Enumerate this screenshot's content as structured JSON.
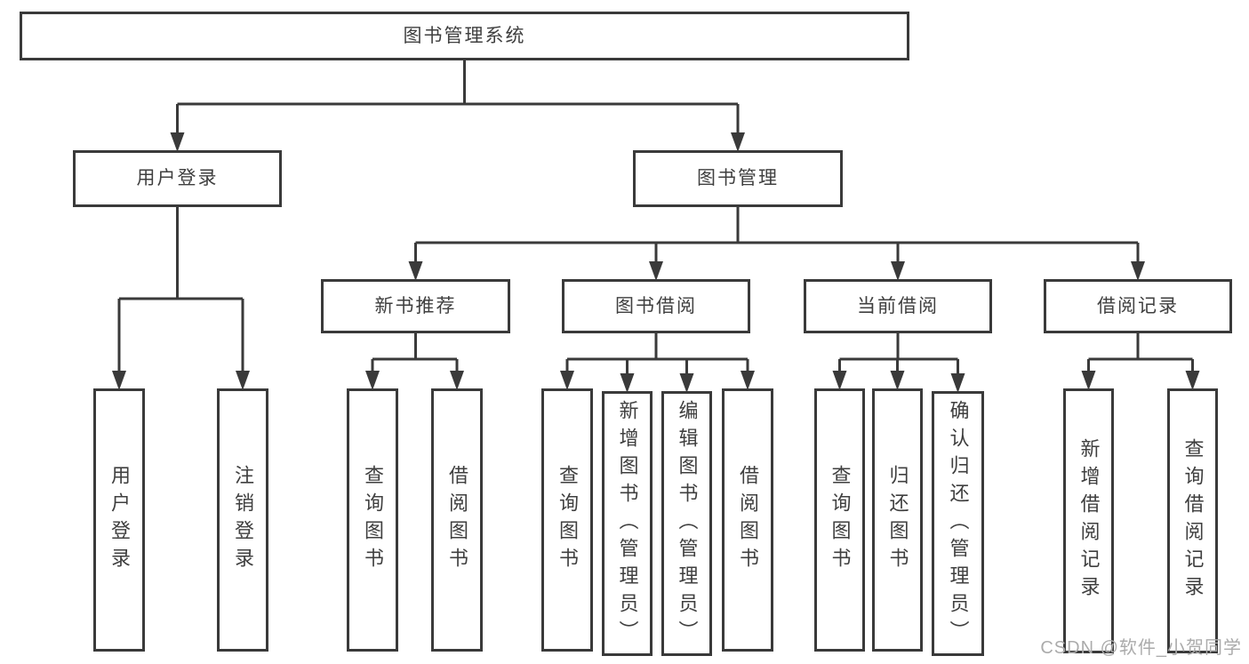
{
  "diagram": {
    "title": "图书管理系统",
    "nodes": [
      {
        "id": "root",
        "label": "图书管理系统"
      },
      {
        "id": "user-login-module",
        "label": "用户登录"
      },
      {
        "id": "book-mgmt",
        "label": "图书管理"
      },
      {
        "id": "new-book-rec",
        "label": "新书推荐"
      },
      {
        "id": "book-borrow",
        "label": "图书借阅"
      },
      {
        "id": "current-borrow",
        "label": "当前借阅"
      },
      {
        "id": "borrow-records",
        "label": "借阅记录"
      },
      {
        "id": "user-login",
        "label": "用户登录"
      },
      {
        "id": "logout",
        "label": "注销登录"
      },
      {
        "id": "rec-query-books",
        "label": "查询图书"
      },
      {
        "id": "rec-borrow-books",
        "label": "借阅图书"
      },
      {
        "id": "bb-query-books",
        "label": "查询图书"
      },
      {
        "id": "bb-add-books",
        "label": "新增图书（管理员）"
      },
      {
        "id": "bb-edit-books",
        "label": "编辑图书（管理员）"
      },
      {
        "id": "bb-borrow-books",
        "label": "借阅图书"
      },
      {
        "id": "cb-query-books",
        "label": "查询图书"
      },
      {
        "id": "cb-return-books",
        "label": "归还图书"
      },
      {
        "id": "cb-confirm-return",
        "label": "确认归还（管理员）"
      },
      {
        "id": "br-add-record",
        "label": "新增借阅记录"
      },
      {
        "id": "br-query-record",
        "label": "查询借阅记录"
      }
    ],
    "edges": [
      {
        "parent": "root",
        "children": [
          "user-login-module",
          "book-mgmt"
        ]
      },
      {
        "parent": "user-login-module",
        "children": [
          "user-login",
          "logout"
        ]
      },
      {
        "parent": "book-mgmt",
        "children": [
          "new-book-rec",
          "book-borrow",
          "current-borrow",
          "borrow-records"
        ]
      },
      {
        "parent": "new-book-rec",
        "children": [
          "rec-query-books",
          "rec-borrow-books"
        ]
      },
      {
        "parent": "book-borrow",
        "children": [
          "bb-query-books",
          "bb-add-books",
          "bb-edit-books",
          "bb-borrow-books"
        ]
      },
      {
        "parent": "current-borrow",
        "children": [
          "cb-query-books",
          "cb-return-books",
          "cb-confirm-return"
        ]
      },
      {
        "parent": "borrow-records",
        "children": [
          "br-add-record",
          "br-query-record"
        ]
      }
    ]
  },
  "watermark": "CSDN @软件_小贺同学",
  "colors": {
    "line": "#3a3a3a",
    "text": "#3f3f3f",
    "watermark": "#ababab",
    "background": "#ffffff"
  }
}
